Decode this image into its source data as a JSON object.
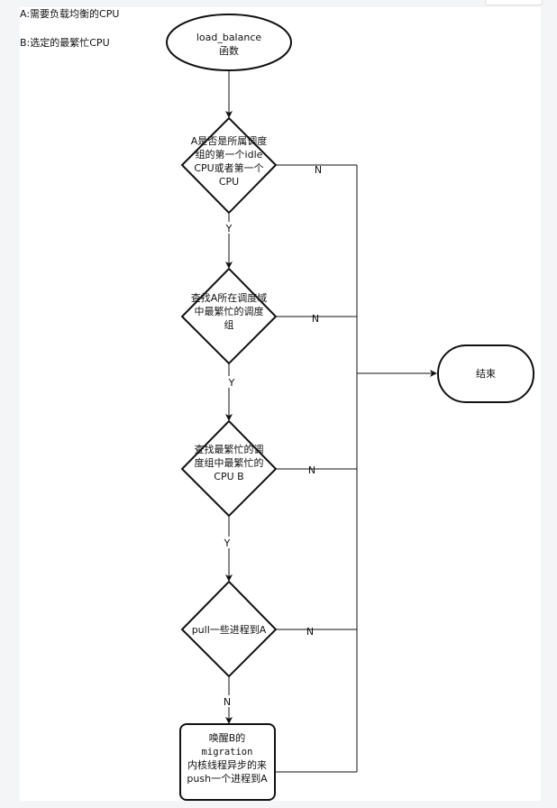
{
  "legend": {
    "a": "A:需要负载均衡的CPU",
    "b": "B:选定的最繁忙CPU"
  },
  "start": {
    "lines": [
      "load_balance",
      "函数"
    ]
  },
  "decision1": {
    "lines": [
      "A是否是所属调度",
      "组的第一个idle",
      "CPU或者第一个",
      "CPU"
    ]
  },
  "decision2": {
    "lines": [
      "查找A所在调度域",
      "中最繁忙的调度",
      "组"
    ]
  },
  "decision3": {
    "lines": [
      "查找最繁忙的调",
      "度组中最繁忙的",
      "CPU B"
    ]
  },
  "decision4": {
    "lines": [
      "pull一些进程到A"
    ]
  },
  "process": {
    "lines": [
      "唤醒B的",
      "migration",
      "内核线程异步的来",
      "push一个进程到A"
    ]
  },
  "end": {
    "label": "结束"
  },
  "edges": {
    "yes": "Y",
    "no": "N"
  }
}
